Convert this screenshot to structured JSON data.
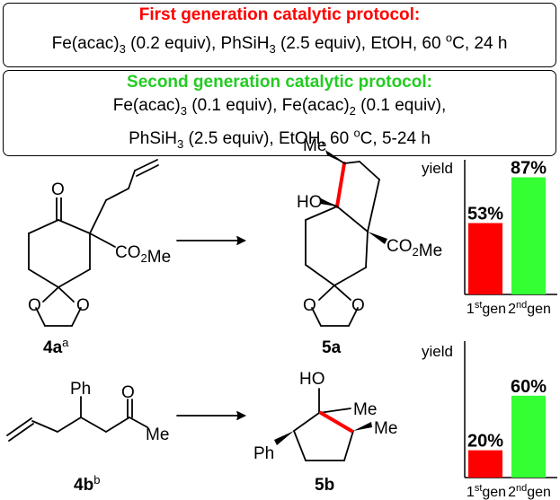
{
  "protocols": {
    "first": {
      "title": "First generation catalytic protocol:",
      "line1": "Fe(acac)3 (0.2 equiv), PhSiH3 (2.5 equiv), EtOH, 60 oC, 24 h"
    },
    "second": {
      "title": "Second generation catalytic protocol:",
      "line1": "Fe(acac)3 (0.1 equiv), Fe(acac)2 (0.1 equiv),",
      "line2": "PhSiH3 (2.5 equiv), EtOH, 60 oC, 5-24 h"
    }
  },
  "molecules": {
    "sm1": {
      "label": "4a",
      "sup": "a",
      "atoms": {
        "o_ketone": "O",
        "ester": "CO2Me",
        "o1": "O",
        "o2": "O"
      }
    },
    "p1": {
      "label": "5a",
      "atoms": {
        "me": "Me",
        "ho": "HO",
        "ester": "CO2Me",
        "o1": "O",
        "o2": "O"
      }
    },
    "sm2": {
      "label": "4b",
      "sup": "b",
      "atoms": {
        "ph": "Ph",
        "o": "O",
        "me": "Me"
      }
    },
    "p2": {
      "label": "5b",
      "atoms": {
        "ho": "HO",
        "me1": "Me",
        "me2": "Me",
        "ph": "Ph"
      }
    }
  },
  "chart_data": [
    {
      "type": "bar",
      "ylabel": "yield",
      "categories": [
        "1st gen",
        "2nd gen"
      ],
      "values": [
        53,
        87
      ],
      "labels": [
        "53%",
        "87%"
      ],
      "colors": [
        "#ff0000",
        "#33ff33"
      ],
      "ylim": [
        0,
        100
      ]
    },
    {
      "type": "bar",
      "ylabel": "yield",
      "categories": [
        "1st gen",
        "2nd gen"
      ],
      "values": [
        20,
        60
      ],
      "labels": [
        "20%",
        "60%"
      ],
      "colors": [
        "#ff0000",
        "#33ff33"
      ],
      "ylim": [
        0,
        100
      ]
    }
  ],
  "colors": {
    "red": "#ff0000",
    "green": "#22cc22",
    "new_bond": "#ff0000"
  }
}
